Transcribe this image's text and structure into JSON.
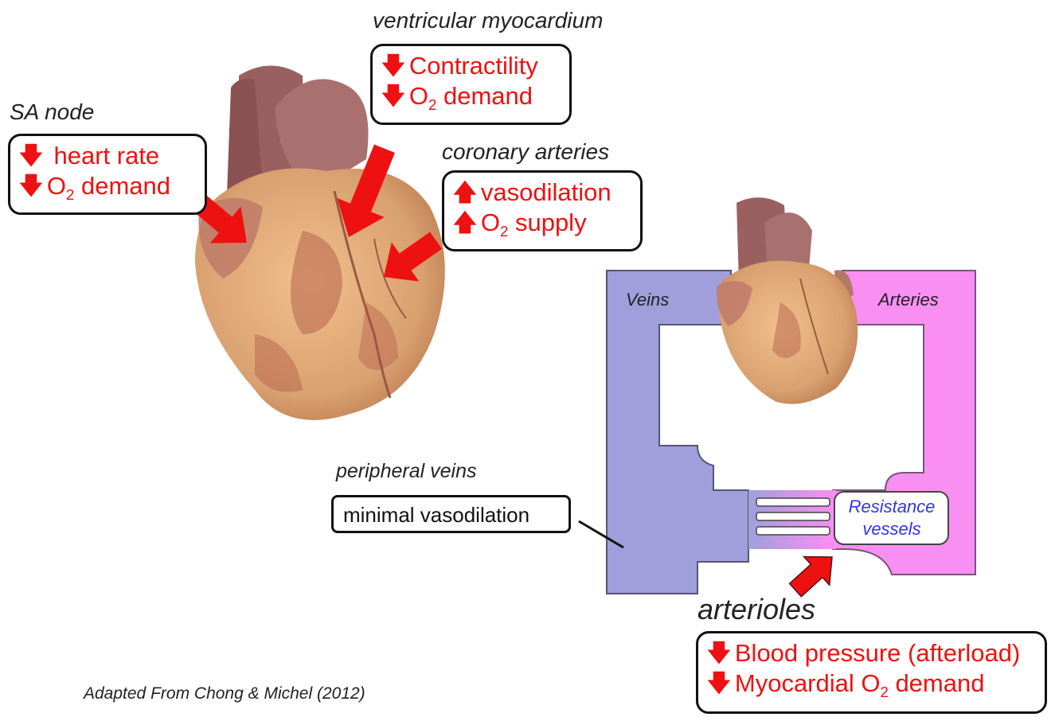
{
  "colors": {
    "effect_red": "#ee1111",
    "veins": "#a09fdb",
    "arteries": "#f98ff3",
    "resistance_text": "#3333ee",
    "heart_flesh": "#d9a070",
    "heart_vessel": "#9a6060"
  },
  "icons": {
    "down_arrow": "down-arrow-icon",
    "up_arrow": "up-arrow-icon"
  },
  "arrow_glyphs": {
    "down": "🡇",
    "up": "🡅"
  },
  "ventricular": {
    "heading": "ventricular myocardium",
    "line1": "Contractility",
    "line2_a": "O",
    "line2_sub": "2",
    "line2_b": " demand"
  },
  "sa_node": {
    "heading": "SA node",
    "line1": " heart rate",
    "line2_a": "O",
    "line2_sub": "2",
    "line2_b": " demand"
  },
  "coronary": {
    "heading": "coronary arteries",
    "line1": "vasodilation",
    "line2_a": "O",
    "line2_sub": "2",
    "line2_b": " supply"
  },
  "circuit": {
    "veins_label": "Veins",
    "arteries_label": "Arteries",
    "resistance_line1": "Resistance",
    "resistance_line2": "vessels"
  },
  "peripheral": {
    "heading": "peripheral veins",
    "box_text": "minimal vasodilation"
  },
  "arterioles": {
    "heading": "arterioles",
    "line1": "Blood pressure (afterload)",
    "line2_a": "Myocardial O",
    "line2_sub": "2",
    "line2_b": " demand"
  },
  "credit": "Adapted From Chong & Michel (2012)"
}
